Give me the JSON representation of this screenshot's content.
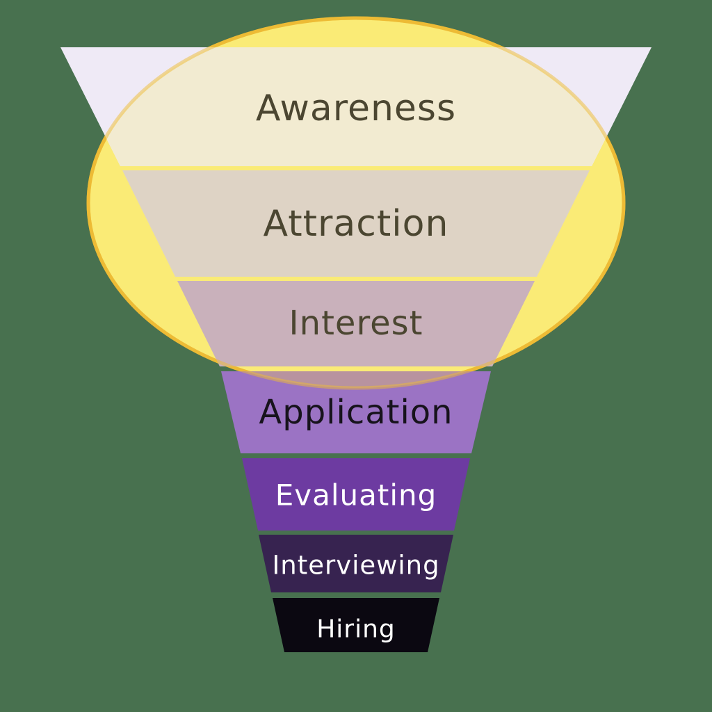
{
  "diagram_type": "funnel",
  "background_color": "#48714F",
  "highlight_ellipse": {
    "fill": "#FAEB76",
    "stroke": "#EDBB35"
  },
  "funnel": {
    "stages": [
      {
        "label": "Awareness",
        "fill": "#EFEAF6",
        "fill_in_ellipse": "#F2EBD1",
        "text_color": "#4B4631"
      },
      {
        "label": "Attraction",
        "fill": "#DED3C5",
        "text_color": "#4B4631"
      },
      {
        "label": "Interest",
        "fill": "#C9B1BB",
        "text_color": "#4B4631"
      },
      {
        "label": "Application",
        "fill": "#9B73C4",
        "overlay_fill": "#B8939F",
        "text_color": "#17131C"
      },
      {
        "label": "Evaluating",
        "fill": "#6D3BA1",
        "text_color": "#FFFFFF"
      },
      {
        "label": "Interviewing",
        "fill": "#372350",
        "text_color": "#FFFFFF"
      },
      {
        "label": "Hiring",
        "fill": "#0B0811",
        "text_color": "#FFFFFF"
      }
    ]
  }
}
